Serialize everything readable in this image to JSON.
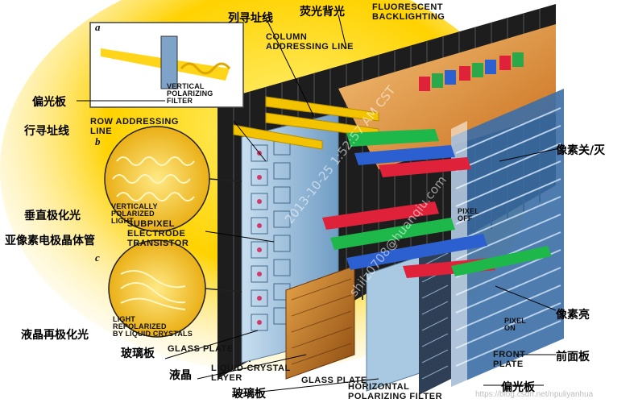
{
  "chinese_labels": {
    "column_addressing": "列寻址线",
    "fluorescent_backlight": "荧光背光",
    "polarizer_top": "偏光板",
    "row_addressing": "行寻址线",
    "pixel_on_off": "像素关/灭",
    "vertical_polarized": "垂直极化光",
    "subpixel_transistor": "亚像素电极晶体管",
    "lc_repolarized": "液晶再极化光",
    "glass_plate_left": "玻璃板",
    "liquid_crystal": "液晶",
    "glass_plate_bottom": "玻璃板",
    "pixel_bright": "像素亮",
    "front_panel": "前面板",
    "polarizer_bottom": "偏光板"
  },
  "english_labels": {
    "fluorescent": "FLUORESCENT\nBACKLIGHTING",
    "column": "COLUMN\nADDRESSING LINE",
    "row": "ROW ADDRESSING\nLINE",
    "vertical_filter": "Vertical\nPolarizing\nFilter",
    "vertically_polarized": "Vertically\nPolarized\nLight",
    "subpixel": "SUBPIXEL\nELECTRODE\nTRANSISTOR",
    "repolarized": "Light\nRepolarized\nby Liquid Crystals",
    "glass_plate_left": "GLASS PLATE",
    "lc_layer": "LIQUID-CRYSTAL\nLAYER",
    "glass_plate_bottom": "GLASS PLATE",
    "horizontal_filter": "HORIZONTAL\nPOLARIZING FILTER",
    "pixel_off": "PIXEL\nOFF",
    "pixel_on": "PIXEL\nON",
    "front_plate": "FRONT\nPLATE"
  },
  "inset_tags": {
    "a": "a",
    "b": "b",
    "c": "c"
  },
  "watermark": {
    "timestamp": "2013-10-25 1:52:57 AM CST",
    "user": "shilz0708@huanqiu.com"
  },
  "credit": "https://blog.csdn.net/npuliyanhua",
  "colors": {
    "glow": "#ffd400",
    "frame": "#1e1e1e",
    "glass": "#8fb6d8",
    "liquid_crystal": "#c8761f",
    "ray": "#f4c300"
  }
}
